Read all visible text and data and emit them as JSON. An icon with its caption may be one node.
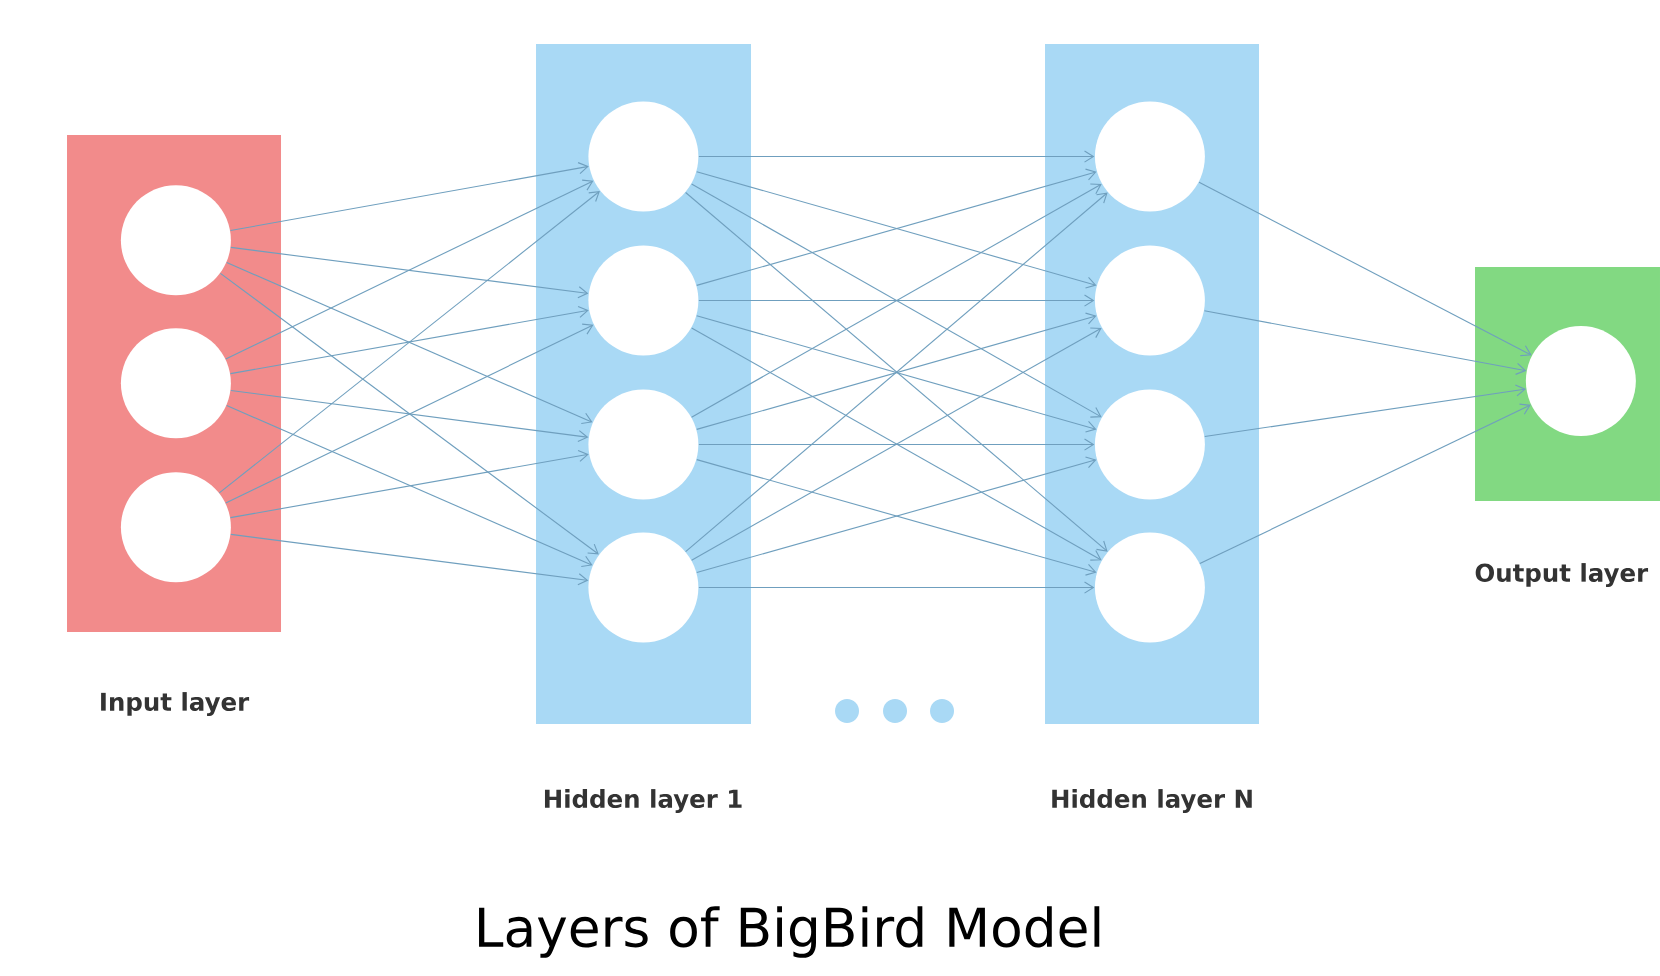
{
  "diagram": {
    "caption": "Layers of BigBird Model",
    "nodes": [
      {
        "text": [
          "Input layer"
        ]
      },
      {
        "text": [],
        "shape": "circle",
        "in": 0
      },
      {
        "text": [],
        "shape": "circle",
        "in": 0
      },
      {
        "text": [],
        "shape": "circle",
        "in": 0
      },
      {
        "text": [
          "Hidden layer 1"
        ]
      },
      {
        "text": [],
        "shape": "circle",
        "in": 4
      },
      {
        "text": [],
        "shape": "circle",
        "in": 4
      },
      {
        "text": [],
        "shape": "circle",
        "in": 4
      },
      {
        "text": [],
        "shape": "circle",
        "in": 4
      },
      {
        "text": [
          "Hidden layer N"
        ]
      },
      {
        "text": [],
        "shape": "circle",
        "in": 9
      },
      {
        "text": [],
        "shape": "circle",
        "in": 9
      },
      {
        "text": [],
        "shape": "circle",
        "in": 9
      },
      {
        "text": [],
        "shape": "circle",
        "in": 9
      },
      {
        "text": [
          "Output layer"
        ]
      },
      {
        "text": [],
        "shape": "circle",
        "in": 14
      }
    ],
    "edges": [
      {
        "from": 1,
        "to": 5,
        "arrow": "to"
      },
      {
        "from": 1,
        "to": 6,
        "arrow": "to"
      },
      {
        "from": 1,
        "to": 7,
        "arrow": "to"
      },
      {
        "from": 1,
        "to": 8,
        "arrow": "to"
      },
      {
        "from": 2,
        "to": 5,
        "arrow": "to"
      },
      {
        "from": 2,
        "to": 6,
        "arrow": "to"
      },
      {
        "from": 2,
        "to": 7,
        "arrow": "to"
      },
      {
        "from": 2,
        "to": 8,
        "arrow": "to"
      },
      {
        "from": 3,
        "to": 5,
        "arrow": "to"
      },
      {
        "from": 3,
        "to": 6,
        "arrow": "to"
      },
      {
        "from": 3,
        "to": 7,
        "arrow": "to"
      },
      {
        "from": 3,
        "to": 8,
        "arrow": "to"
      },
      {
        "from": 5,
        "to": 10,
        "arrow": "to"
      },
      {
        "from": 5,
        "to": 11,
        "arrow": "to"
      },
      {
        "from": 5,
        "to": 12,
        "arrow": "to"
      },
      {
        "from": 5,
        "to": 13,
        "arrow": "to"
      },
      {
        "from": 6,
        "to": 10,
        "arrow": "to"
      },
      {
        "from": 6,
        "to": 11,
        "arrow": "to"
      },
      {
        "from": 6,
        "to": 12,
        "arrow": "to"
      },
      {
        "from": 6,
        "to": 13,
        "arrow": "to"
      },
      {
        "from": 7,
        "to": 10,
        "arrow": "to"
      },
      {
        "from": 7,
        "to": 11,
        "arrow": "to"
      },
      {
        "from": 7,
        "to": 12,
        "arrow": "to"
      },
      {
        "from": 7,
        "to": 13,
        "arrow": "to"
      },
      {
        "from": 8,
        "to": 10,
        "arrow": "to"
      },
      {
        "from": 8,
        "to": 11,
        "arrow": "to"
      },
      {
        "from": 8,
        "to": 12,
        "arrow": "to"
      },
      {
        "from": 8,
        "to": 13,
        "arrow": "to"
      },
      {
        "from": 10,
        "to": 15,
        "arrow": "to"
      },
      {
        "from": 11,
        "to": 15,
        "arrow": "to"
      },
      {
        "from": 12,
        "to": 15,
        "arrow": "to"
      },
      {
        "from": 13,
        "to": 15,
        "arrow": "to"
      }
    ]
  }
}
